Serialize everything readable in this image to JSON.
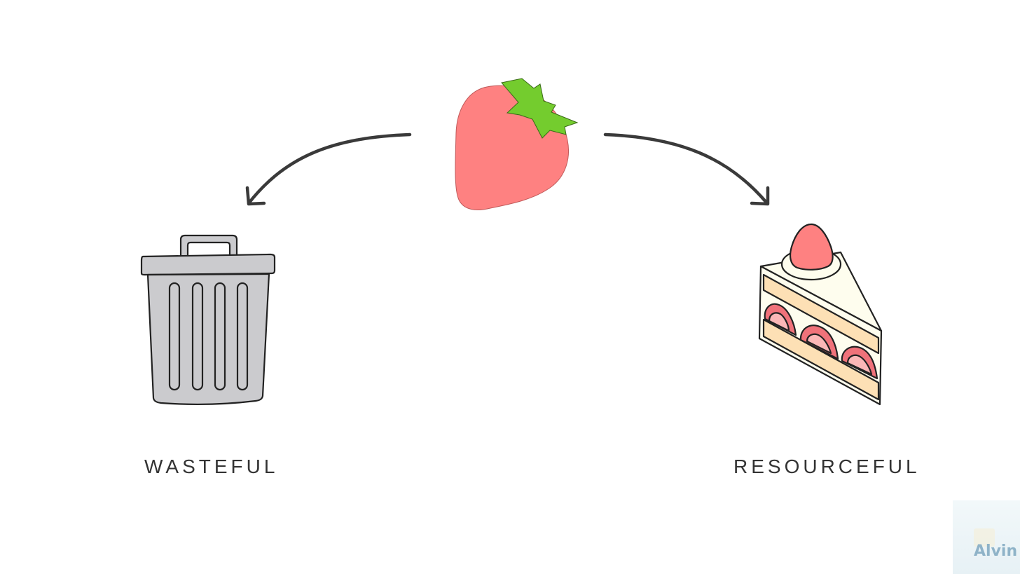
{
  "labels": {
    "left": "WASTEFUL",
    "right": "RESOURCEFUL"
  },
  "watermark": {
    "text": "Alvin"
  },
  "icons": {
    "center": "strawberry-icon",
    "left": "trash-can-icon",
    "right": "strawberry-cake-slice-icon",
    "arrow_left": "curved-arrow-left-icon",
    "arrow_right": "curved-arrow-right-icon"
  },
  "colors": {
    "strawberry_body": "#fe8181",
    "strawberry_leaf": "#74cc2e",
    "trash_can": "#cbcbce",
    "cake_cream": "#fefdee",
    "cake_sponge": "#fde0b5",
    "outline": "#222222",
    "arrow": "#3a3a3a",
    "label_text": "#333333"
  }
}
